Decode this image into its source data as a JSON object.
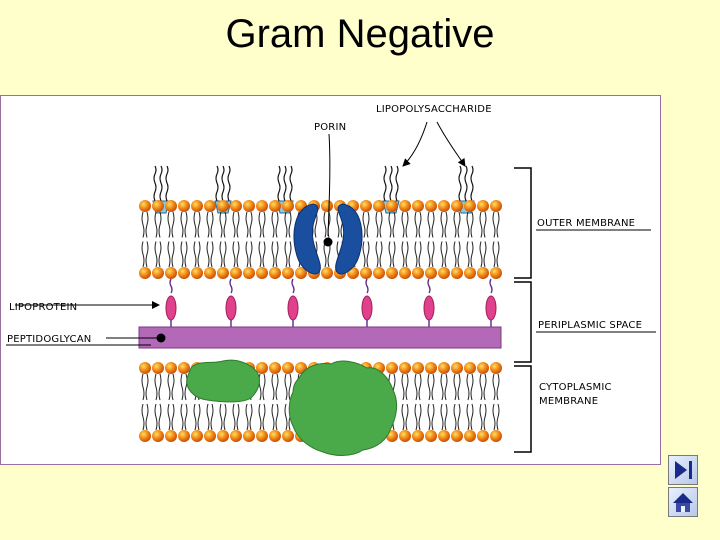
{
  "slide": {
    "title": "Gram Negative"
  },
  "labels": {
    "lipopolysaccharide": "LIPOPOLYSACCHARIDE",
    "porin": "PORIN",
    "outer_membrane": "OUTER MEMBRANE",
    "lipoprotein": "LIPOPROTEIN",
    "periplasmic_space": "PERIPLASMIC SPACE",
    "peptidoglycan": "PEPTIDOGLYCAN",
    "cytoplasmic_membrane_line1": "CYTOPLASMIC",
    "cytoplasmic_membrane_line2": "MEMBRANE"
  },
  "colors": {
    "background": "#ffffcc",
    "panel_border": "#9c6fa0",
    "lipid_head": "#f07818",
    "lipid_head_highlight": "#ffd040",
    "porin": "#1a4fa0",
    "lipoprotein": "#e0408c",
    "lps_sugar": "#88c8e8",
    "peptidoglycan": "#b469b8",
    "membrane_protein": "#4aaa4a",
    "nav_arrow": "#1a2a8a"
  },
  "icons": {
    "next": "next-slide-icon",
    "home": "home-icon"
  }
}
